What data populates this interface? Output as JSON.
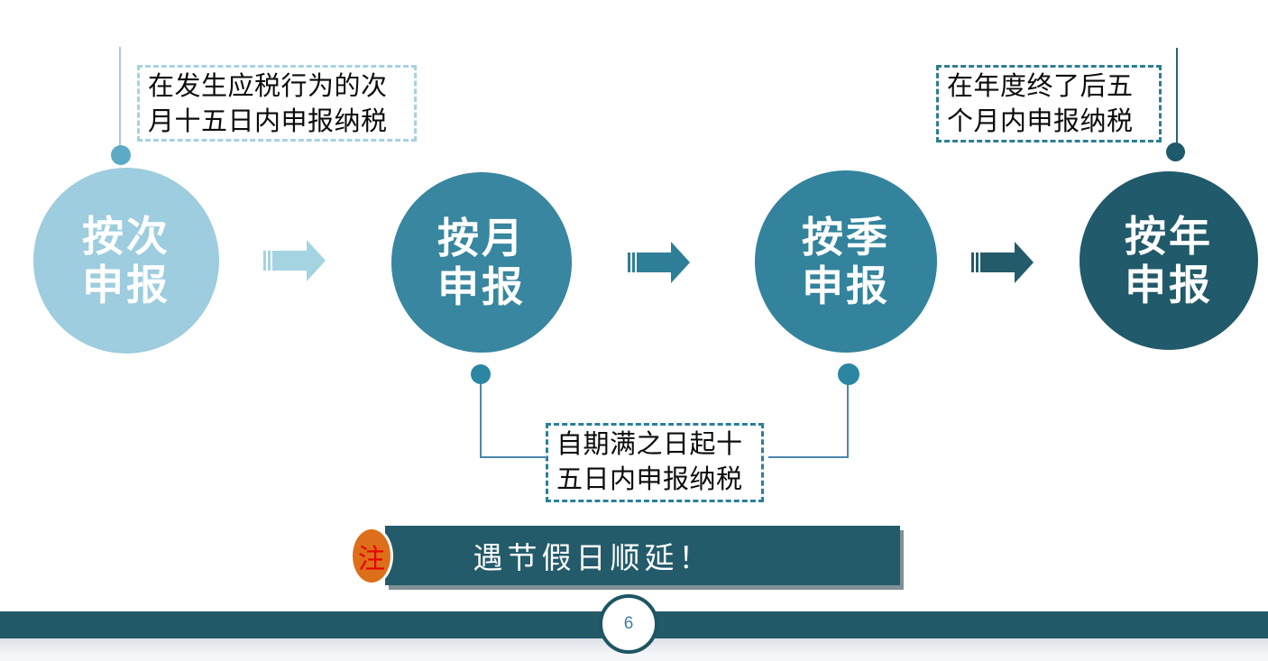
{
  "page_number": "6",
  "callouts": [
    {
      "id": "per-occurrence",
      "text": "在发生应税行为的次\n月十五日内申报纳税"
    },
    {
      "id": "annual",
      "text": "在年度终了后五\n个月内申报纳税"
    },
    {
      "id": "period-end",
      "text": "自期满之日起十\n五日内申报纳税"
    }
  ],
  "steps": [
    {
      "label": "按次\n申报",
      "color": "#9dcdde"
    },
    {
      "label": "按月\n申报",
      "color": "#38869f"
    },
    {
      "label": "按季\n申报",
      "color": "#33839d"
    },
    {
      "label": "按年\n申报",
      "color": "#215a6a"
    }
  ],
  "note": {
    "badge": "注",
    "text": "遇节假日顺延！"
  },
  "colors": {
    "arrow_1": "#a4d3e1",
    "arrow_2": "#2f7e98",
    "arrow_3": "#235b6b",
    "banner": "#245b6a",
    "badge_fill": "#dd6f1b",
    "badge_text": "#e60000",
    "footer_bar": "#235a68",
    "dashed_border_light": "#a6d2e2",
    "dashed_border_dark": "#2e7d92",
    "connector_line": "#4a87ad",
    "page_number_text": "#3f7fa6"
  }
}
